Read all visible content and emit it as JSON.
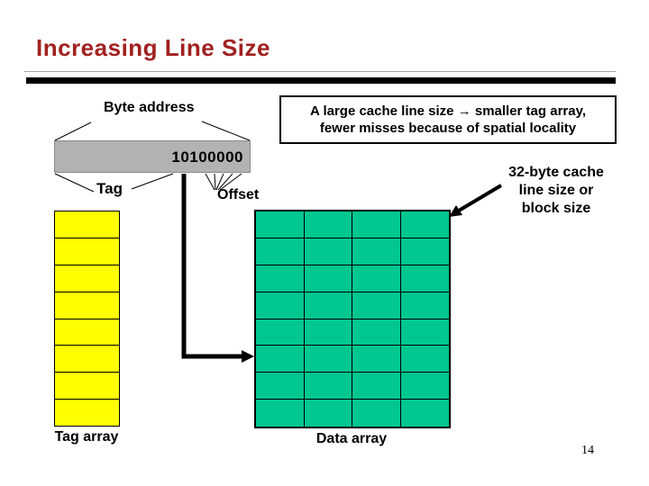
{
  "slide": {
    "title": "Increasing Line Size",
    "page_number": "14"
  },
  "labels": {
    "byte_address": "Byte address",
    "address_value": "10100000",
    "tag": "Tag",
    "offset": "Offset",
    "tag_array": "Tag array",
    "data_array": "Data array"
  },
  "callouts": {
    "note_line1": "A large cache line size → smaller tag array,",
    "note_line2": "fewer misses because of spatial locality",
    "cache_line_lines": [
      "32-byte cache",
      "line size or",
      "block size"
    ]
  },
  "diagram": {
    "tag_array": {
      "rows": 8
    },
    "data_array": {
      "rows": 8,
      "cols": 4
    }
  },
  "colors": {
    "title": "#A12121",
    "rule": "#000000",
    "address_box_fill": "#B2B2B2",
    "tag_cell_fill": "#FFFF00",
    "data_cell_fill": "#00C690"
  }
}
